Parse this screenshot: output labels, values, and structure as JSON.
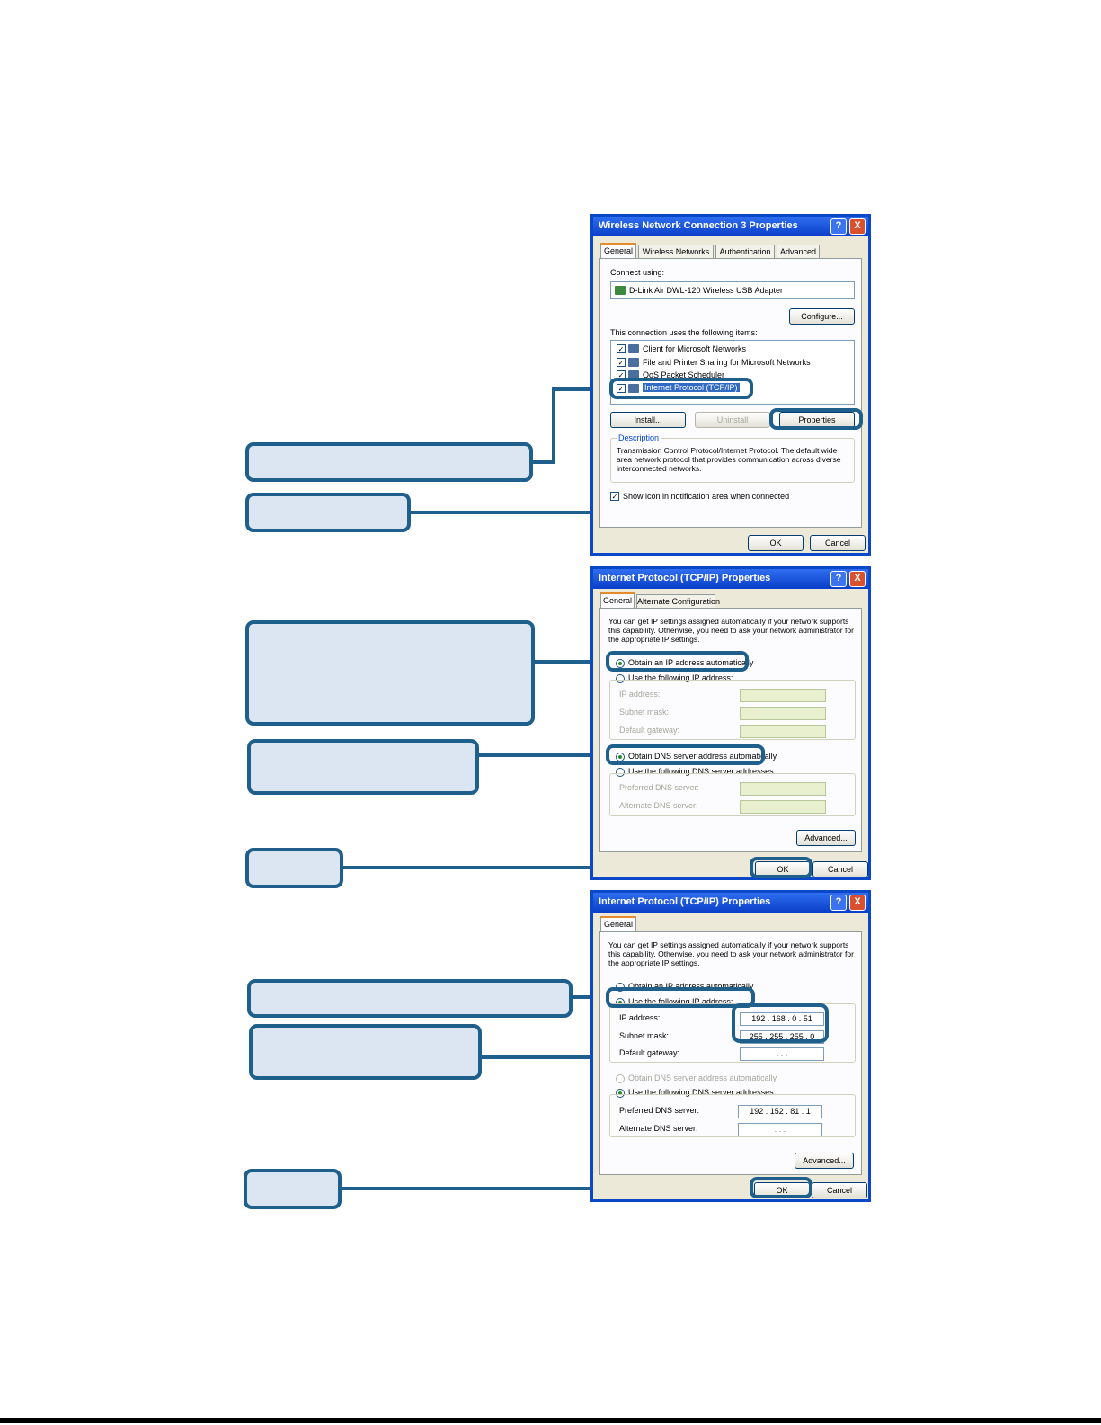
{
  "dialog1": {
    "title": "Wireless Network Connection 3 Properties",
    "help_button": "?",
    "close_button": "X",
    "tabs": [
      "General",
      "Wireless Networks",
      "Authentication",
      "Advanced"
    ],
    "connect_using_label": "Connect using:",
    "adapter_name": "D-Link Air DWL-120 Wireless USB Adapter",
    "configure_label": "Configure...",
    "items_label": "This connection uses the following items:",
    "items": [
      "Client for Microsoft Networks",
      "File and Printer Sharing for Microsoft Networks",
      "QoS Packet Scheduler",
      "Internet Protocol (TCP/IP)"
    ],
    "install_label": "Install...",
    "uninstall_label": "Uninstall",
    "properties_label": "Properties",
    "description_label": "Description",
    "description_text": "Transmission Control Protocol/Internet Protocol. The default wide area network protocol that provides communication across diverse interconnected networks.",
    "show_icon_label": "Show icon in notification area when connected",
    "ok_label": "OK",
    "cancel_label": "Cancel"
  },
  "dialog2": {
    "title": "Internet Protocol (TCP/IP) Properties",
    "help_button": "?",
    "close_button": "X",
    "tabs": [
      "General",
      "Alternate Configuration"
    ],
    "intro": "You can get IP settings assigned automatically if your network supports this capability. Otherwise, you need to ask your network administrator for the appropriate IP settings.",
    "obtain_ip_label": "Obtain an IP address automatically",
    "use_ip_label": "Use the following IP address:",
    "ip_address_label": "IP address:",
    "subnet_label": "Subnet mask:",
    "gateway_label": "Default gateway:",
    "obtain_dns_label": "Obtain DNS server address automatically",
    "use_dns_label": "Use the following DNS server addresses:",
    "preferred_dns_label": "Preferred DNS server:",
    "alternate_dns_label": "Alternate DNS server:",
    "advanced_label": "Advanced...",
    "ok_label": "OK",
    "cancel_label": "Cancel"
  },
  "dialog3": {
    "title": "Internet Protocol (TCP/IP) Properties",
    "help_button": "?",
    "close_button": "X",
    "tabs": [
      "General"
    ],
    "intro": "You can get IP settings assigned automatically if your network supports this capability. Otherwise, you need to ask your network administrator for the appropriate IP settings.",
    "obtain_ip_label": "Obtain an IP address automatically",
    "use_ip_label": "Use the following IP address:",
    "ip_address_label": "IP address:",
    "ip_address_value": "192 . 168 . 0 . 51",
    "subnet_label": "Subnet mask:",
    "subnet_value": "255 . 255 . 255 . 0",
    "gateway_label": "Default gateway:",
    "gateway_value": ". . .",
    "obtain_dns_label": "Obtain DNS server address automatically",
    "use_dns_label": "Use the following DNS server addresses:",
    "preferred_dns_label": "Preferred DNS server:",
    "preferred_dns_value": "192 . 152 . 81 . 1",
    "alternate_dns_label": "Alternate DNS server:",
    "alternate_dns_value": ". . .",
    "advanced_label": "Advanced...",
    "ok_label": "OK",
    "cancel_label": "Cancel"
  }
}
